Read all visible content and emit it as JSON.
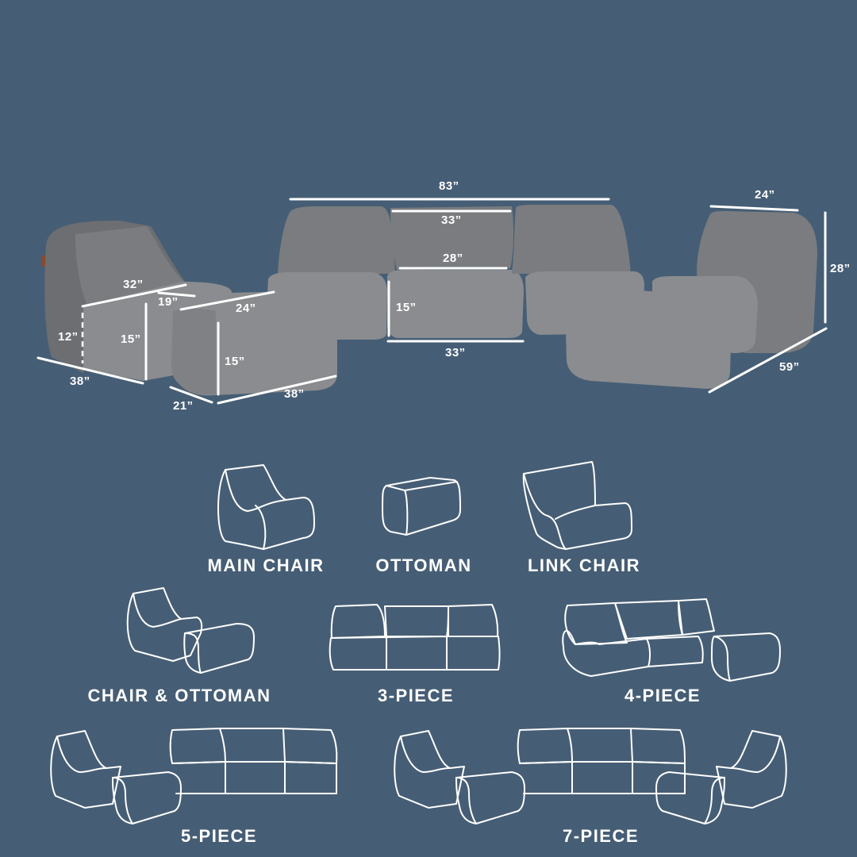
{
  "colors": {
    "background": "#465e75",
    "furniture": "#7d7f82",
    "text": "#ffffff"
  },
  "dimensions": {
    "main_chair": {
      "top_depth": "32”",
      "seat_depth": "19”",
      "seat_height_back": "12”",
      "seat_height_front": "15”",
      "length": "38”"
    },
    "ottoman_left": {
      "top": "24”",
      "height": "15”",
      "width": "21”",
      "length": "38”"
    },
    "sofa": {
      "overall_width": "83”",
      "back_top_width": "33”",
      "back_bottom_width": "28”",
      "seat_height": "15”",
      "seat_width": "33”"
    },
    "right_chair": {
      "back_width": "24”",
      "height": "28”",
      "depth": "59”"
    }
  },
  "configurations": [
    {
      "label": "MAIN CHAIR",
      "icon": "main-chair-icon"
    },
    {
      "label": "OTTOMAN",
      "icon": "ottoman-icon"
    },
    {
      "label": "LINK CHAIR",
      "icon": "link-chair-icon"
    },
    {
      "label": "CHAIR & OTTOMAN",
      "icon": "chair-and-ottoman-icon"
    },
    {
      "label": "3-PIECE",
      "icon": "three-piece-icon"
    },
    {
      "label": "4-PIECE",
      "icon": "four-piece-icon"
    },
    {
      "label": "5-PIECE",
      "icon": "five-piece-icon"
    },
    {
      "label": "7-PIECE",
      "icon": "seven-piece-icon"
    }
  ]
}
